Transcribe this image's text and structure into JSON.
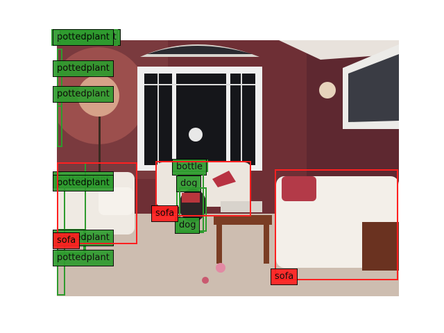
{
  "colors": {
    "pottedplant": "#2e9b2e",
    "dog": "#2e9b2e",
    "bottle": "#2e9b2e",
    "sofa": "#ff2020"
  },
  "detections": [
    {
      "label": "pottedplant",
      "cls": "pottedplant"
    },
    {
      "label": "pottedplant",
      "cls": "pottedplant"
    },
    {
      "label": "pottedplant",
      "cls": "pottedplant"
    },
    {
      "label": "pottedplant",
      "cls": "pottedplant"
    },
    {
      "label": "pottedplant",
      "cls": "pottedplant"
    },
    {
      "label": "pottedplant",
      "cls": "pottedplant"
    },
    {
      "label": "pottedplant",
      "cls": "pottedplant"
    },
    {
      "label": "pottedplant",
      "cls": "pottedplant"
    },
    {
      "label": "bottle",
      "cls": "bottle"
    },
    {
      "label": "dog",
      "cls": "dog"
    },
    {
      "label": "dog",
      "cls": "dog"
    },
    {
      "label": "sofa",
      "cls": "sofa"
    },
    {
      "label": "sofa",
      "cls": "sofa"
    },
    {
      "label": "sofa",
      "cls": "sofa"
    },
    {
      "label": "sofa",
      "cls": "sofa"
    }
  ]
}
